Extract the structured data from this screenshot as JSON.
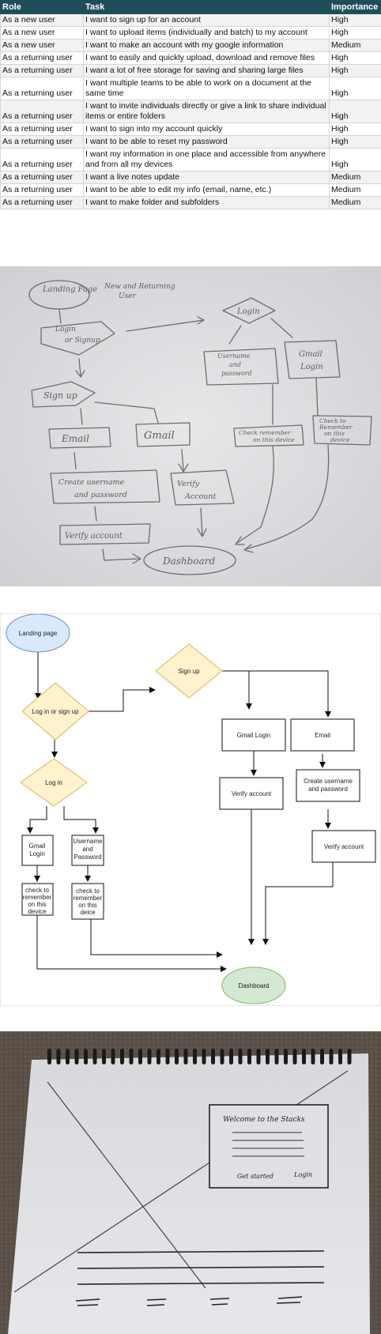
{
  "table": {
    "headers": [
      "Role",
      "Task",
      "Importance"
    ],
    "rows": [
      {
        "role": "As a new user",
        "task": "I want to sign up for an account",
        "importance": "High"
      },
      {
        "role": "As a new user",
        "task": "I want to upload items (individually and batch) to my account",
        "importance": "High"
      },
      {
        "role": "As a new user",
        "task": "I want to make an account with my google information",
        "importance": "Medium"
      },
      {
        "role": "As a returning user",
        "task": "I want to easily and quickly upload, download and remove files",
        "importance": "High"
      },
      {
        "role": "As a returning user",
        "task": "I want a lot of free storage for saving and sharing large files",
        "importance": "High"
      },
      {
        "role": "As a returning user",
        "task": "I want multiple teams to be able to work on a document at the same time",
        "importance": "High"
      },
      {
        "role": "As a returning user",
        "task": "I want to invite individuals directly or give a link to share individual items or entire folders",
        "importance": "High"
      },
      {
        "role": "As a returning user",
        "task": "I want to sign into my account quickly",
        "importance": "High"
      },
      {
        "role": "As a returning user",
        "task": "I want to be able to reset my password",
        "importance": "High"
      },
      {
        "role": "As a returning user",
        "task": "I want my information in one place and accessible from anywhere and from all my devices",
        "importance": "High"
      },
      {
        "role": "As a returning user",
        "task": "I want a live notes update",
        "importance": "Medium"
      },
      {
        "role": "As a returning user",
        "task": "I want to be able to edit my info (email, name, etc.)",
        "importance": "Medium"
      },
      {
        "role": "As a returning user",
        "task": "I want to make folder and subfolders",
        "importance": "Medium"
      }
    ]
  },
  "sketch": {
    "landing": "Landing Page",
    "note": [
      "New and Returning",
      "User"
    ],
    "login_or_signup": [
      "Login",
      "or Signup"
    ],
    "login": "Login",
    "username_password": [
      "Username",
      "and",
      "password"
    ],
    "gmail_login": [
      "Gmail",
      "Login"
    ],
    "signup": "Sign up",
    "email": "Email",
    "gmail": "Gmail",
    "check_remember_left": [
      "Check remember",
      "on this device"
    ],
    "check_remember_right": [
      "Check to",
      "Remember",
      "on this",
      "device"
    ],
    "create_user": [
      "Create username",
      "and password"
    ],
    "verify_account_mid": [
      "Verify",
      "Account"
    ],
    "verify_account_left": "Verify account",
    "dashboard": "Dashboard"
  },
  "flowchart": {
    "landing": "Landing page",
    "login_or_signup": "Log in or sign up",
    "signup": "Sign up",
    "login": "Log in",
    "gmail_login_top": "Gmail Login",
    "email": "Email",
    "verify_account": "Verify account",
    "create_user": [
      "Create username",
      "and password"
    ],
    "verify_account_right": "Verify account",
    "gmail_login_left": [
      "Gmail",
      "Login"
    ],
    "username_password": [
      "Username",
      "and",
      "Password"
    ],
    "check_left": [
      "check to",
      "remember",
      "on this",
      "device"
    ],
    "check_right": [
      "check to",
      "remember",
      "on this",
      "deice"
    ],
    "dashboard": "Dashboard",
    "colors": {
      "landing": "#dae8fc",
      "decision": "#fff2cc",
      "dashboard": "#d5e8d4"
    }
  },
  "wireframe": {
    "title": "Welcome to the Stacks",
    "get_started": "Get started",
    "login": "Login"
  }
}
